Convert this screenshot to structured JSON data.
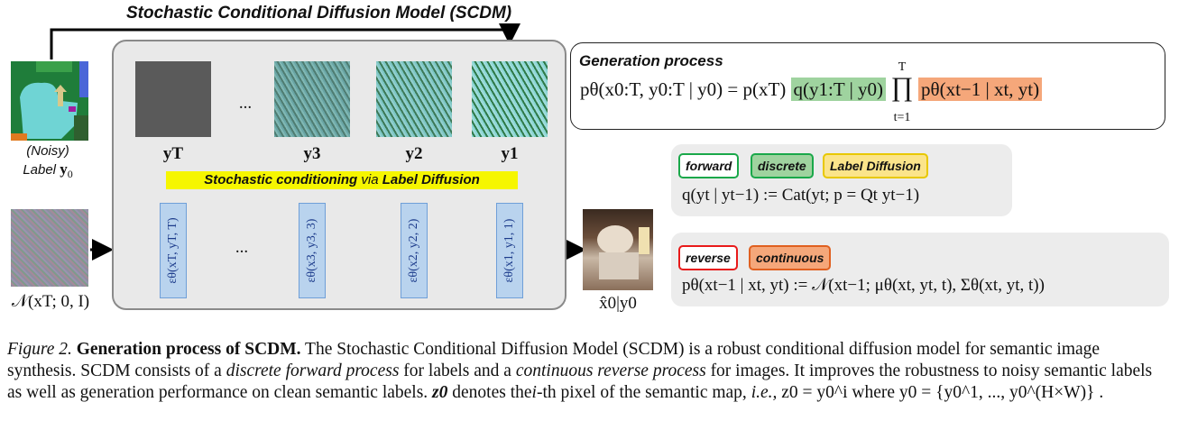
{
  "title": "Stochastic Conditional Diffusion Model (SCDM)",
  "noisy_label": {
    "prefix": "(Noisy)",
    "text": "Label",
    "math": "y0"
  },
  "noise_label": "𝒩(xT; 0, I)",
  "output_label": "x̂0|y0",
  "y_labels": [
    "yT",
    "y3",
    "y2",
    "y1"
  ],
  "ellipsis": "...",
  "stochastic_bar": {
    "pre": "Stochastic conditioning",
    "mid": "via",
    "post": "Label Diffusion"
  },
  "eps_labels": [
    "εθ(xT, yT, T)",
    "εθ(x3, y3, 3)",
    "εθ(x2, y2, 2)",
    "εθ(x1, y1, 1)"
  ],
  "generation": {
    "title": "Generation process",
    "lhs": "pθ(x0:T, y0:T | y0) = p(xT)",
    "q_term": "q(y1:T | y0)",
    "prod": "∏",
    "prod_top": "T",
    "prod_bottom": "t=1",
    "p_term": "pθ(xt−1 | xt, yt)"
  },
  "forward": {
    "tags": [
      "forward",
      "discrete",
      "Label Diffusion"
    ],
    "equation": "q(yt | yt−1) := Cat(yt; p = Qt yt−1)"
  },
  "reverse": {
    "tags": [
      "reverse",
      "continuous"
    ],
    "equation": "pθ(xt−1 | xt, yt) := 𝒩(xt−1; μθ(xt, yt, t), Σθ(xt, yt, t))"
  },
  "caption": {
    "fig": "Figure 2.",
    "bold": "Generation process of SCDM.",
    "t1": "The Stochastic Conditional Diffusion Model (SCDM) is a robust conditional diffusion model for semantic image synthesis. SCDM consists of a",
    "i1": "discrete forward process",
    "t2": "for labels and a",
    "i2": "continuous reverse process",
    "t3": "for images. It improves the robustness to noisy semantic labels as well as generation performance on clean semantic labels.",
    "z0": "z0",
    "t4": "denotes the",
    "i_th": "i",
    "t5": "-th pixel of the semantic map,",
    "ie": "i.e.,",
    "eq": "z0 = y0^i",
    "where": "where",
    "set": "y0 = {y0^1, ..., y0^(H×W)}",
    "end": "."
  },
  "colors": {
    "green": "#1aa84a",
    "red": "#e81a1a",
    "yellow": "#f6f600",
    "blue_box": "#b9d3ee",
    "orange": "#f5a77a",
    "light_green": "#9fd39f"
  }
}
